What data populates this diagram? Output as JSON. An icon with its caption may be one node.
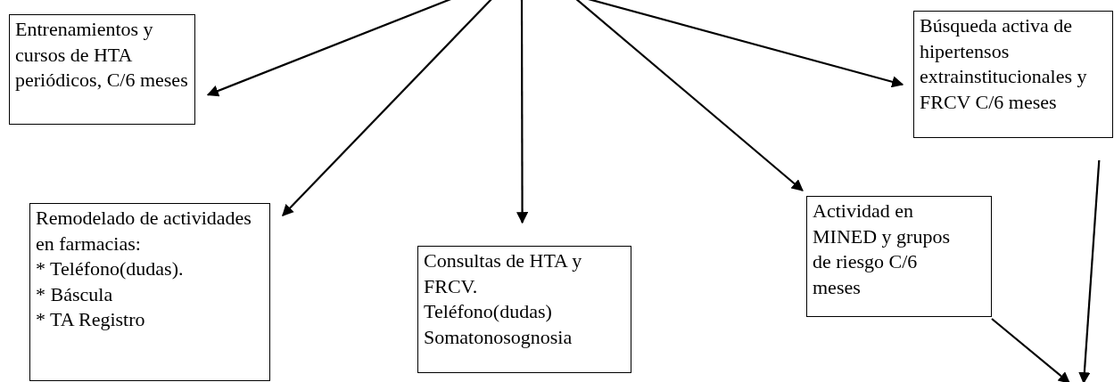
{
  "diagram": {
    "nodes": [
      {
        "text": [
          "Entrenamientos y cursos de HTA periódicos, C/6 meses"
        ]
      },
      {
        "text": [
          "Búsqueda activa de hipertensos extrainstitucionales y FRCV C/6 meses"
        ]
      },
      {
        "text": [
          "Remodelado de actividades en farmacias:",
          "* Teléfono(dudas).",
          "* Báscula",
          "* TA Registro"
        ]
      },
      {
        "text": [
          "Consultas de HTA y FRCV.",
          "Teléfono(dudas)",
          "Somatonosognosia"
        ]
      },
      {
        "text": [
          "Actividad en MINED y grupos de riesgo C/6 meses"
        ]
      }
    ],
    "edges": [
      {
        "from": null,
        "to": 0,
        "arrow": "to"
      },
      {
        "from": null,
        "to": 2,
        "arrow": "to"
      },
      {
        "from": null,
        "to": 3,
        "arrow": "to"
      },
      {
        "from": null,
        "to": 4,
        "arrow": "to"
      },
      {
        "from": null,
        "to": 1,
        "arrow": "to"
      },
      {
        "from": 4,
        "to": null,
        "arrow": "to"
      },
      {
        "from": 1,
        "to": null,
        "arrow": "to"
      }
    ]
  }
}
